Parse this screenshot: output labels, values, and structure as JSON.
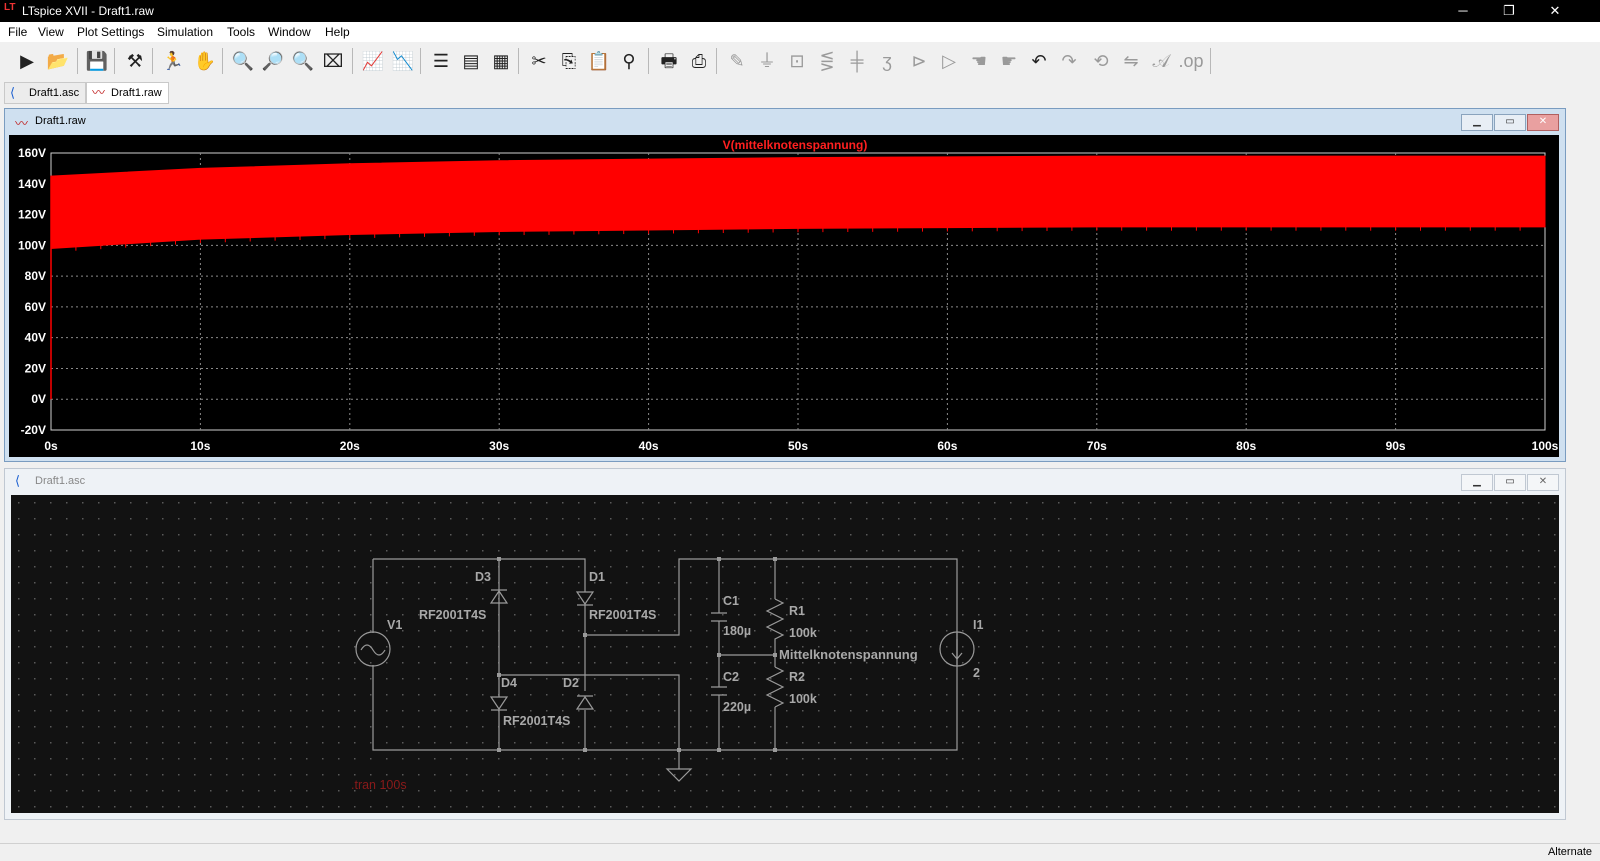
{
  "window": {
    "title": "LTspice XVII - Draft1.raw",
    "minimize": "─",
    "restore": "❐",
    "close": "✕"
  },
  "menu": [
    "File",
    "View",
    "Plot Settings",
    "Simulation",
    "Tools",
    "Window",
    "Help"
  ],
  "tabs": [
    {
      "label": "Draft1.asc",
      "icon": "schematic-icon"
    },
    {
      "label": "Draft1.raw",
      "icon": "waveform-icon"
    }
  ],
  "plot_window": {
    "title": "Draft1.raw",
    "trace_label": "V(mittelknotenspannung)"
  },
  "schematic_window": {
    "title": "Draft1.asc"
  },
  "chart_data": {
    "type": "area",
    "title": "V(mittelknotenspannung)",
    "xlabel": "",
    "ylabel": "",
    "xlim": [
      0,
      100
    ],
    "ylim": [
      -20,
      160
    ],
    "x_ticks": [
      "0s",
      "10s",
      "20s",
      "30s",
      "40s",
      "50s",
      "60s",
      "70s",
      "80s",
      "90s",
      "100s"
    ],
    "y_ticks": [
      "160V",
      "140V",
      "120V",
      "100V",
      "80V",
      "60V",
      "40V",
      "20V",
      "0V",
      "-20V"
    ],
    "grid": true,
    "series": [
      {
        "color": "#ff0000",
        "x": [
          0,
          10,
          20,
          30,
          40,
          50,
          60,
          70,
          80,
          90,
          100
        ],
        "upper": [
          145,
          150,
          153,
          155,
          156,
          157,
          157.5,
          158,
          158,
          158,
          158
        ],
        "lower": [
          98,
          104,
          107,
          109,
          110,
          111,
          111.5,
          112,
          112,
          112,
          112
        ]
      }
    ]
  },
  "schematic": {
    "labels": {
      "d3": "D3",
      "d1": "D1",
      "d4": "D4",
      "d2": "D2",
      "rf_left": "RF2001T4S",
      "rf_right": "RF2001T4S",
      "rf_bottom": "RF2001T4S",
      "v1": "V1",
      "c1": "C1",
      "c1_val": "180µ",
      "c2": "C2",
      "c2_val": "220µ",
      "r1": "R1",
      "r1_val": "100k",
      "r2": "R2",
      "r2_val": "100k",
      "node": "Mittelknotenspannung",
      "i1": "I1",
      "i1_val": "2",
      "directive": ".tran 100s"
    }
  },
  "status": {
    "text": "Alternate"
  },
  "colors": {
    "trace": "#ff0000",
    "plot_bg": "#000000",
    "grid": "#a0a0a0",
    "wire": "#9a9a9a"
  }
}
